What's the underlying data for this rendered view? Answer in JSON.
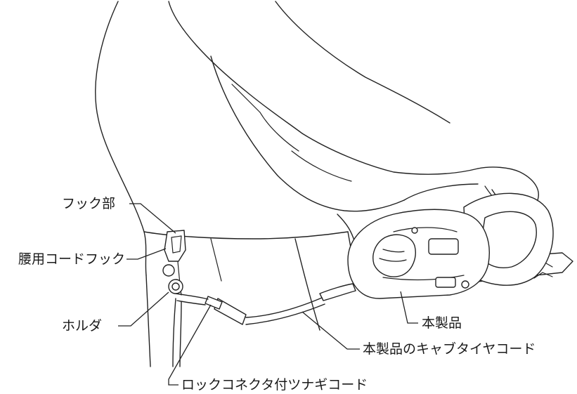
{
  "labels": {
    "hook_part": "フック部",
    "waist_cord_hook": "腰用コードフック",
    "holder": "ホルダ",
    "lock_connector_cord": "ロックコネクタ付ツナギコード",
    "product": "本製品",
    "product_cabtire_cord": "本製品のキャブタイヤコード"
  }
}
